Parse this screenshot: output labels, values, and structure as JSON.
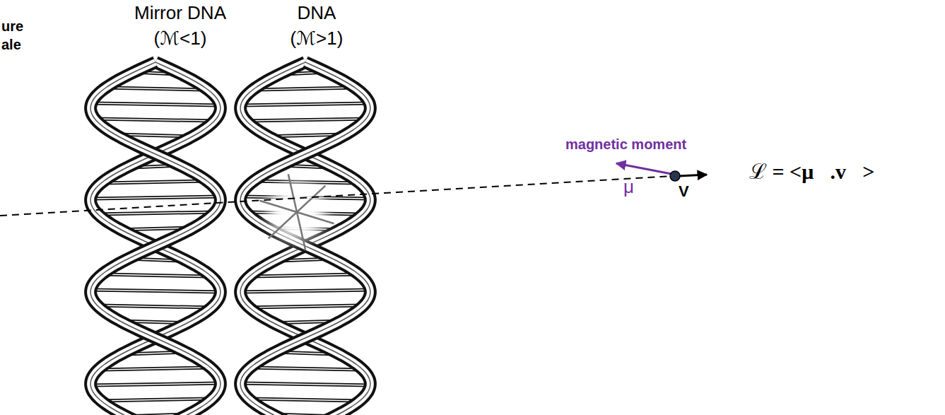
{
  "diagram": {
    "labels": [
      "ure",
      "ale",
      "Mirror DNA",
      "(ℳ<1)",
      "DNA",
      "(ℳ>1)",
      "magnetic moment",
      "μ",
      "V",
      "ℒ = <μ⃗.v⃗>"
    ]
  }
}
